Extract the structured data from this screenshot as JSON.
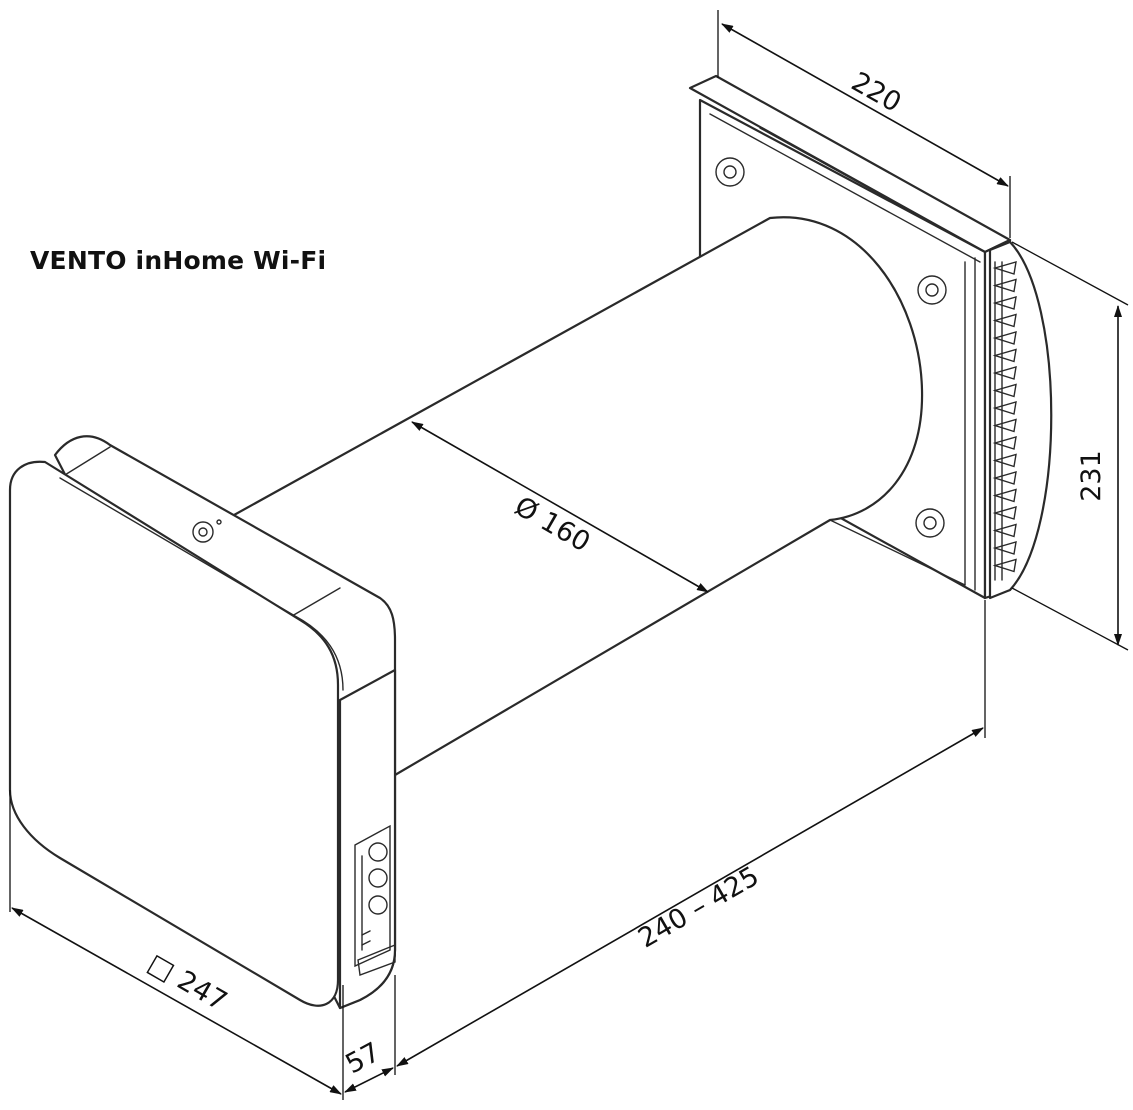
{
  "title": "VENTO inHome Wi-Fi",
  "dimensions": {
    "depth_width": "220",
    "height": "231",
    "diameter": "Ø 160",
    "length": "240 – 425",
    "panel": "□ 247",
    "panel_depth": "57"
  }
}
